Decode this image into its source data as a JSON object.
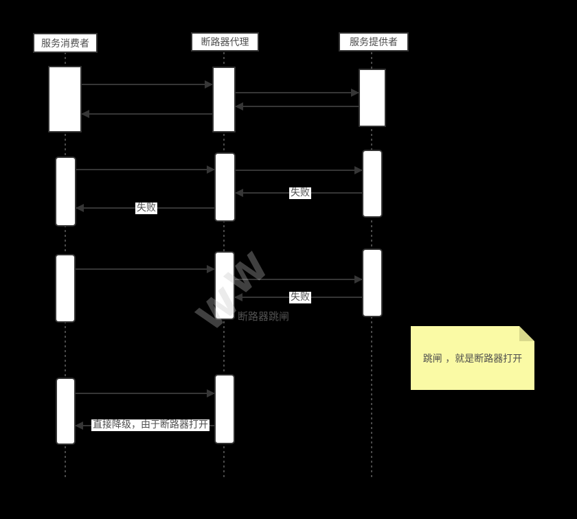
{
  "colors": {
    "background": "#000000",
    "box_fill": "#ffffff",
    "box_border": "#333333",
    "line": "#363636",
    "lifeline": "#4a4a4a",
    "text": "#4d4d4d",
    "dim_text": "#525252",
    "note_fill": "#fafaa5",
    "note_fold": "#d9d98c",
    "note_text": "#4d4d4d"
  },
  "actors": [
    {
      "label": "服务消费者"
    },
    {
      "label": "断路器代理"
    },
    {
      "label": "服务提供者"
    }
  ],
  "interactions": [
    {
      "seq": 1,
      "from": "服务消费者",
      "to": "断路器代理",
      "type": "call",
      "label": ""
    },
    {
      "seq": 2,
      "from": "断路器代理",
      "to": "服务提供者",
      "type": "call",
      "label": ""
    },
    {
      "seq": 3,
      "from": "服务提供者",
      "to": "断路器代理",
      "type": "return",
      "label": ""
    },
    {
      "seq": 4,
      "from": "断路器代理",
      "to": "服务消费者",
      "type": "return",
      "label": ""
    },
    {
      "seq": 5,
      "from": "服务消费者",
      "to": "断路器代理",
      "type": "call",
      "label": ""
    },
    {
      "seq": 6,
      "from": "断路器代理",
      "to": "服务提供者",
      "type": "call",
      "label": ""
    },
    {
      "seq": 7,
      "from": "服务提供者",
      "to": "断路器代理",
      "type": "return",
      "label": "失败"
    },
    {
      "seq": 8,
      "from": "断路器代理",
      "to": "服务消费者",
      "type": "return",
      "label": "失败"
    },
    {
      "seq": 9,
      "from": "服务消费者",
      "to": "断路器代理",
      "type": "call",
      "label": ""
    },
    {
      "seq": 10,
      "from": "断路器代理",
      "to": "服务提供者",
      "type": "call",
      "label": ""
    },
    {
      "seq": 11,
      "from": "服务提供者",
      "to": "断路器代理",
      "type": "return",
      "label": "失败"
    },
    {
      "seq": 12,
      "from": "服务消费者",
      "to": "断路器代理",
      "type": "call",
      "label": ""
    },
    {
      "seq": 13,
      "from": "断路器代理",
      "to": "服务消费者",
      "type": "return",
      "label": "直接降级，由于断路器打开"
    }
  ],
  "annotations": {
    "breaker_trip": "断路器跳闸",
    "watermark": "W"
  },
  "note": {
    "text": "跳闸 ，就是断路器打开"
  }
}
